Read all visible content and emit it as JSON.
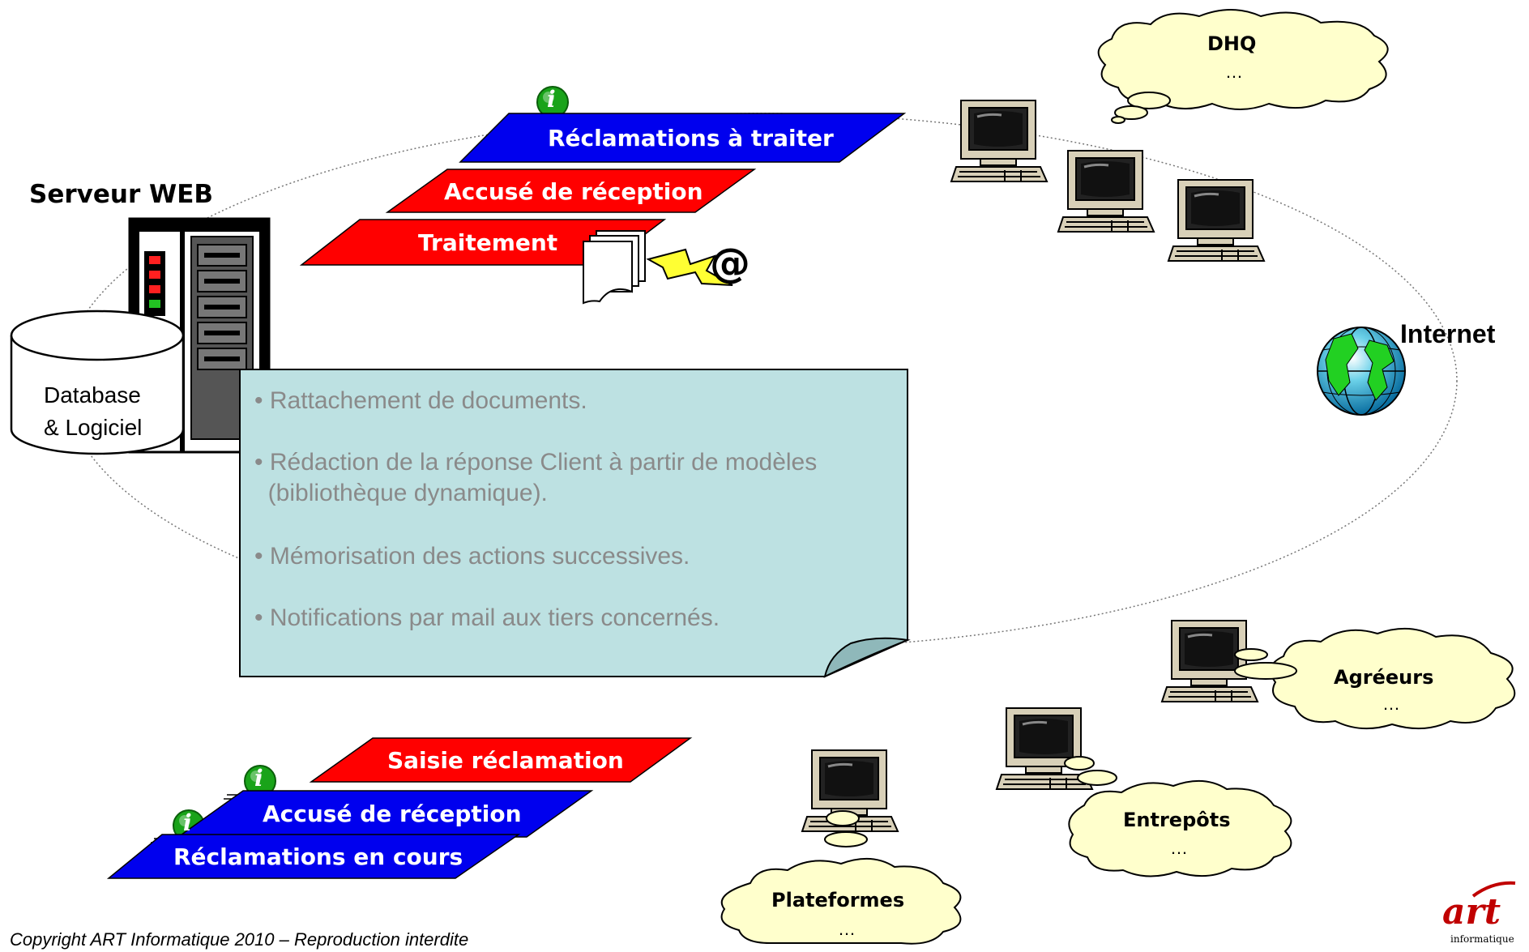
{
  "server": {
    "title": "Serveur WEB",
    "database_line1": "Database",
    "database_line2": "& Logiciel"
  },
  "banners": {
    "reclamations_a_traiter": "Réclamations à traiter",
    "accuse_top": "Accusé de réception",
    "traitement": "Traitement",
    "saisie": "Saisie réclamation",
    "accuse_bottom": "Accusé de réception",
    "reclamations_en_cours": "Réclamations en cours"
  },
  "note": {
    "items": [
      "• Rattachement de documents.",
      "• Rédaction de la réponse Client à partir de modèles",
      "  (bibliothèque dynamique).",
      "• Mémorisation des actions successives.",
      "• Notifications par mail aux tiers concernés."
    ]
  },
  "internet_label": "Internet",
  "clouds": {
    "dhq": {
      "title": "DHQ",
      "sub": "…"
    },
    "agreeurs": {
      "title": "Agréeurs",
      "sub": "…"
    },
    "entrepots": {
      "title": "Entrepôts",
      "sub": "…"
    },
    "plateformes": {
      "title": "Plateformes",
      "sub": "…"
    }
  },
  "email_symbol": "@",
  "info_symbol": "i",
  "copyright": "Copyright ART Informatique 2010 – Reproduction interdite",
  "logo": {
    "mark": "art",
    "sub": "informatique"
  },
  "colors": {
    "banner_blue": "#0000ee",
    "banner_red": "#ff0000",
    "note_bg": "#bde1e2",
    "cloud_fill": "#ffffcc",
    "info_green": "#19a319",
    "logo_red": "#c00000"
  }
}
